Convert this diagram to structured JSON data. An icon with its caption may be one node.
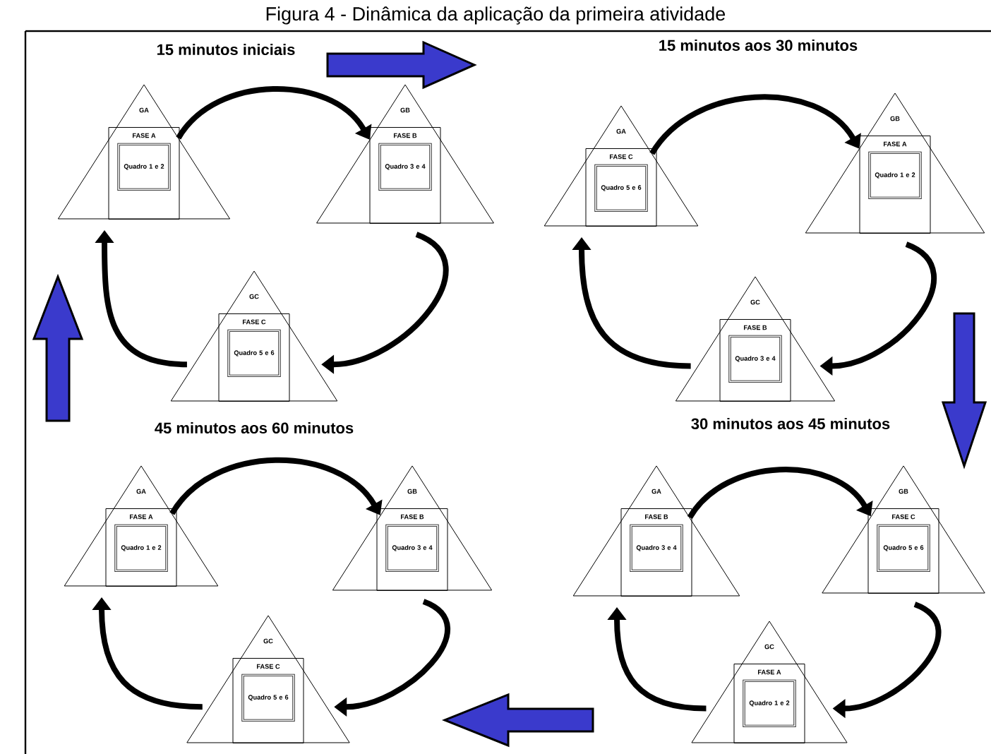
{
  "diagram": {
    "title": "Figura 4 - Dinâmica da aplicação da primeira atividade",
    "nodes": [
      {
        "text": [
          "GA"
        ]
      },
      {
        "text": [
          "FASE A"
        ],
        "in": 0
      },
      {
        "text": [
          "Quadro 1 e 2"
        ],
        "in": 1
      },
      {
        "text": [
          "GB"
        ]
      },
      {
        "text": [
          "FASE B"
        ],
        "in": 3
      },
      {
        "text": [
          "Quadro 3 e 4"
        ],
        "in": 4
      },
      {
        "text": [
          "GC"
        ]
      },
      {
        "text": [
          "FASE C"
        ],
        "in": 6
      },
      {
        "text": [
          "Quadro 5 e 6"
        ],
        "in": 7
      },
      {
        "text": [
          "GA"
        ]
      },
      {
        "text": [
          "FASE C"
        ],
        "in": 9
      },
      {
        "text": [
          "Quadro 5 e 6"
        ],
        "in": 10
      },
      {
        "text": [
          "GB"
        ]
      },
      {
        "text": [
          "FASE A"
        ],
        "in": 12
      },
      {
        "text": [
          "Quadro 1 e 2"
        ],
        "in": 13
      },
      {
        "text": [
          "GC"
        ]
      },
      {
        "text": [
          "FASE B"
        ],
        "in": 15
      },
      {
        "text": [
          "Quadro 3 e 4"
        ],
        "in": 16
      },
      {
        "text": [
          "GA"
        ]
      },
      {
        "text": [
          "FASE A"
        ],
        "in": 18
      },
      {
        "text": [
          "Quadro 1 e 2"
        ],
        "in": 19
      },
      {
        "text": [
          "GB"
        ]
      },
      {
        "text": [
          "FASE B"
        ],
        "in": 21
      },
      {
        "text": [
          "Quadro 3 e 4"
        ],
        "in": 22
      },
      {
        "text": [
          "GC"
        ]
      },
      {
        "text": [
          "FASE C"
        ],
        "in": 24
      },
      {
        "text": [
          "Quadro 5 e 6"
        ],
        "in": 25
      },
      {
        "text": [
          "GA"
        ]
      },
      {
        "text": [
          "FASE B"
        ],
        "in": 27
      },
      {
        "text": [
          "Quadro 3 e 4"
        ],
        "in": 28
      },
      {
        "text": [
          "GB"
        ]
      },
      {
        "text": [
          "FASE C"
        ],
        "in": 30
      },
      {
        "text": [
          "Quadro 5 e 6"
        ],
        "in": 31
      },
      {
        "text": [
          "GC"
        ]
      },
      {
        "text": [
          "FASE A"
        ],
        "in": 33
      },
      {
        "text": [
          "Quadro 1 e 2"
        ],
        "in": 34
      }
    ],
    "edges": [
      {
        "from": 0,
        "to": 3,
        "arrow": "to"
      },
      {
        "from": 3,
        "to": 6,
        "arrow": "to"
      },
      {
        "from": 6,
        "to": 0,
        "arrow": "to"
      },
      {
        "from": 9,
        "to": 12,
        "arrow": "to"
      },
      {
        "from": 12,
        "to": 15,
        "arrow": "to"
      },
      {
        "from": 15,
        "to": 9,
        "arrow": "to"
      },
      {
        "from": 18,
        "to": 21,
        "arrow": "to"
      },
      {
        "from": 21,
        "to": 24,
        "arrow": "to"
      },
      {
        "from": 24,
        "to": 18,
        "arrow": "to"
      },
      {
        "from": 27,
        "to": 30,
        "arrow": "to"
      },
      {
        "from": 30,
        "to": 33,
        "arrow": "to"
      },
      {
        "from": 33,
        "to": 27,
        "arrow": "to"
      }
    ],
    "labels": [
      "15 minutos iniciais",
      "15 minutos aos 30 minutos",
      "45 minutos aos 60 minutos",
      "30 minutos aos 45 minutos"
    ]
  }
}
